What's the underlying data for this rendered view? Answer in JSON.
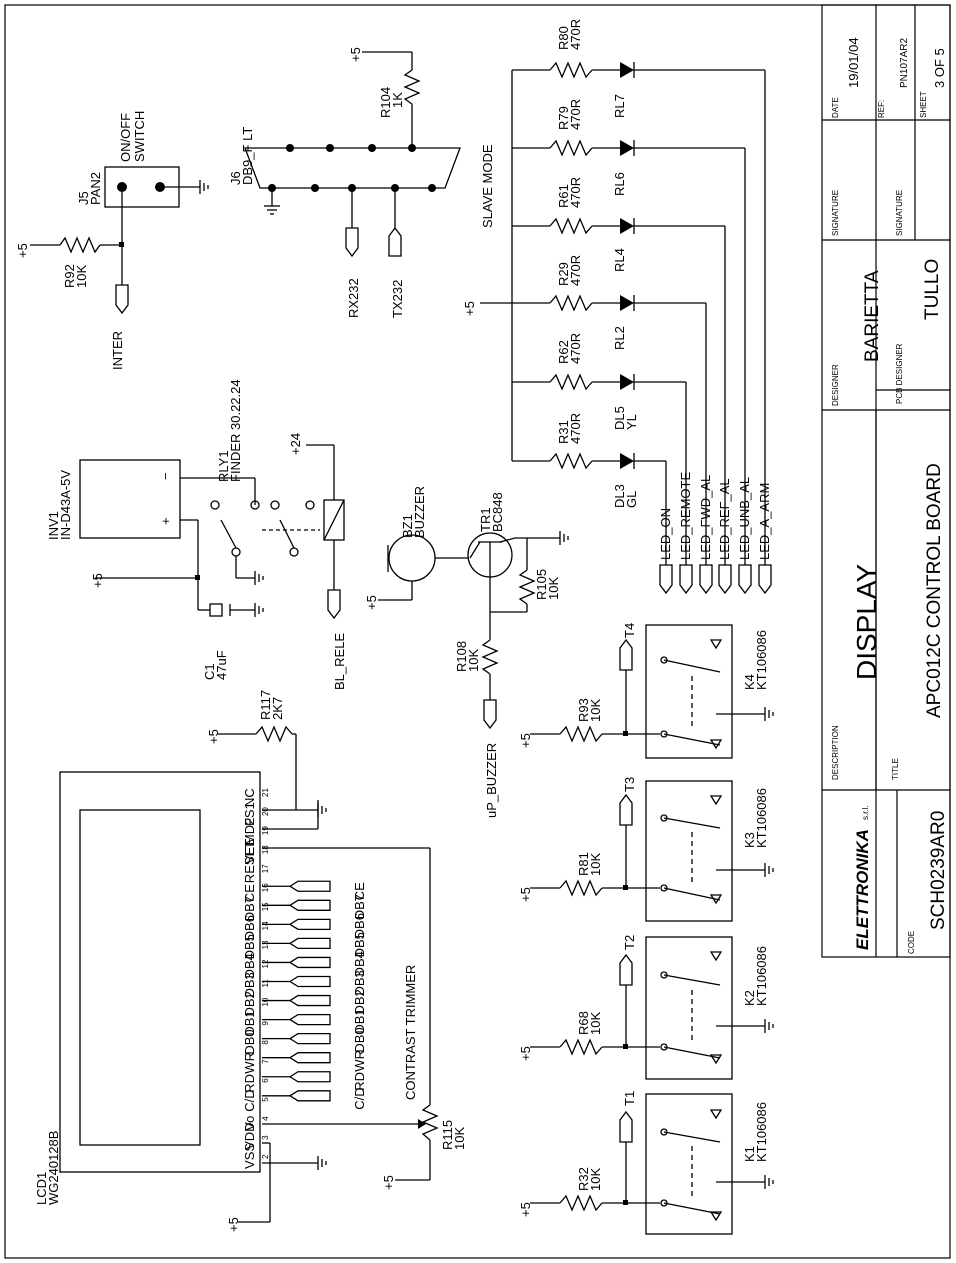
{
  "title_block": {
    "date_label": "DATE",
    "date_value": "19/01/04",
    "ref_label": "REF:",
    "ref_value": "PN107AR2",
    "sheet_label": "SHEET",
    "sheet_value": "3 OF 5",
    "signature_label": "SIGNATURE",
    "designer_label": "DESIGNER",
    "designer_value": "BARIETTA",
    "pcb_designer_label": "PCB DESIGNER",
    "pcb_designer_value": "TULLO",
    "description_label": "DESCRIPTION",
    "description_value": "DISPLAY",
    "title_label": "TITLE",
    "title_value": "APC012C CONTROL BOARD",
    "company_logo": "ELETTRONIKA",
    "company_suffix": "s.r.l.",
    "code_label": "CODE",
    "code_value": "SCH0239AR0"
  },
  "components": {
    "j5": {
      "ref": "J5",
      "part": "PAN2",
      "desc1": "ON/OFF",
      "desc2": "SWITCH"
    },
    "r92": {
      "ref": "R92",
      "value": "10K"
    },
    "inter": "INTER",
    "j6": {
      "ref": "J6",
      "part": "DB9_F LT"
    },
    "r104": {
      "ref": "R104",
      "value": "1K"
    },
    "rx232": "RX232",
    "tx232": "TX232",
    "slave_mode": "SLAVE MODE",
    "inv1": {
      "ref": "INV1",
      "part": "IN-D43A-5V"
    },
    "rly1": {
      "ref": "RLY1",
      "part": "FINDER 30.22.24"
    },
    "c1": {
      "ref": "C1",
      "value": "47uF"
    },
    "bl_rele": "BL_RELE",
    "bz1": {
      "ref": "BZ1",
      "part": "BUZZER"
    },
    "tr1": {
      "ref": "TR1",
      "part": "BC848"
    },
    "r105": {
      "ref": "R105",
      "value": "10K"
    },
    "r108": {
      "ref": "R108",
      "value": "10K"
    },
    "up_buzzer": "uP_BUZZER",
    "r117": {
      "ref": "R117",
      "value": "2K7"
    },
    "lcd1": {
      "ref": "LCD1",
      "part": "WG240128B"
    },
    "contrast": "CONTRAST TRIMMER",
    "r115": {
      "ref": "R115",
      "value": "10K"
    }
  },
  "leds": [
    {
      "ref": "RL7",
      "r": "R80",
      "rv": "470R"
    },
    {
      "ref": "RL6",
      "r": "R79",
      "rv": "470R"
    },
    {
      "ref": "RL4",
      "r": "R61",
      "rv": "470R"
    },
    {
      "ref": "RL2",
      "r": "R29",
      "rv": "470R"
    },
    {
      "ref": "DL5",
      "color": "YL",
      "r": "R62",
      "rv": "470R"
    },
    {
      "ref": "DL3",
      "color": "GL",
      "r": "R31",
      "rv": "470R"
    }
  ],
  "led_nets": [
    "LED_ON",
    "LED_REMOTE",
    "LED_FWD_AL",
    "LED_REF_AL",
    "LED_UNB_AL",
    "LED_A_ARM"
  ],
  "keys": [
    {
      "ref": "T4",
      "k": "K4",
      "part": "KT106086",
      "r": "R93",
      "rv": "10K"
    },
    {
      "ref": "T3",
      "k": "K3",
      "part": "KT106086",
      "r": "R81",
      "rv": "10K"
    },
    {
      "ref": "T2",
      "k": "K2",
      "part": "KT106086",
      "r": "R68",
      "rv": "10K"
    },
    {
      "ref": "T1",
      "k": "K1",
      "part": "KT106086",
      "r": "R32",
      "rv": "10K"
    }
  ],
  "lcd_pins": [
    "NC",
    "FS1",
    "MD2",
    "VEE",
    "RESET",
    "CE",
    "DB7",
    "DB6",
    "DB5",
    "DB4",
    "DB3",
    "DB2",
    "DB1",
    "DB0",
    "WR",
    "RD",
    "C/D",
    "Vo",
    "VDD",
    "VSS"
  ],
  "lcd_pin_numbers": [
    "21",
    "20",
    "19",
    "18",
    "17",
    "16",
    "15",
    "14",
    "13",
    "12",
    "11",
    "10",
    "9",
    "8",
    "7",
    "6",
    "5",
    "4",
    "3",
    "2"
  ],
  "lcd_net_labels": [
    "CE",
    "DB7",
    "DB6",
    "DB5",
    "DB4",
    "DB3",
    "DB2",
    "DB1",
    "DB0",
    "WR",
    "RD",
    "C/D"
  ],
  "supplies": {
    "p5": "+5",
    "p24": "+24"
  }
}
